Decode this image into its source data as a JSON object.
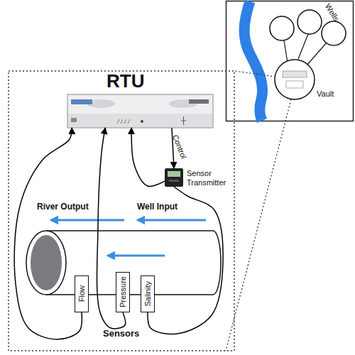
{
  "diagram": {
    "nodes": [
      {
        "text": [
          "RTU"
        ]
      },
      {
        "text": [
          "Sensor Transmitter"
        ]
      },
      {
        "text": [
          "Flow"
        ]
      },
      {
        "text": [
          "Pressure"
        ]
      },
      {
        "text": [
          "Salinity"
        ]
      }
    ],
    "edges": [
      {
        "from": 2,
        "to": 0,
        "arrow": "to"
      },
      {
        "from": 3,
        "to": 0,
        "arrow": "to"
      },
      {
        "from": 4,
        "to": 1,
        "arrow": "none"
      },
      {
        "from": 1,
        "to": 0,
        "arrow": "to"
      },
      {
        "from": 0,
        "to": 1,
        "label": "Control",
        "arrow": "to"
      }
    ],
    "labels": [
      "River Output",
      "Well Input",
      "Sensors",
      "Wells",
      "Vault"
    ]
  }
}
